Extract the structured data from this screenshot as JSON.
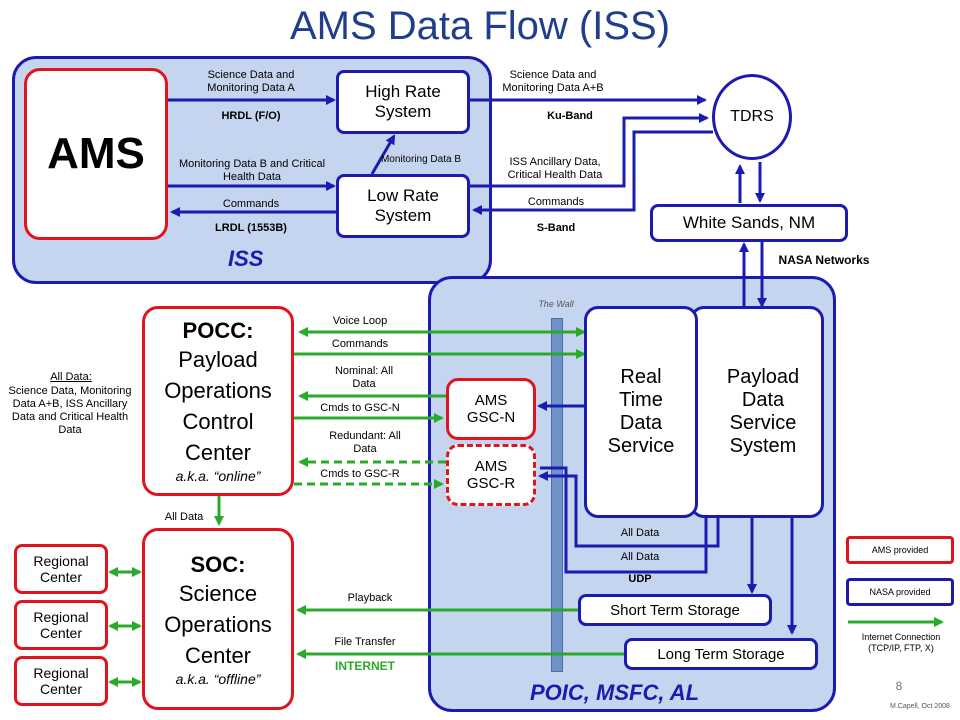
{
  "title": "AMS Data Flow (ISS)",
  "regions": {
    "iss": "ISS",
    "poic": "POIC, MSFC, AL"
  },
  "nodes": {
    "ams": "AMS",
    "high_rate": "High Rate System",
    "low_rate": "Low Rate System",
    "tdrs": "TDRS",
    "white_sands": "White Sands, NM",
    "real_time": "Real Time Data Service",
    "payload_data": "Payload Data Service System",
    "gsc_n": "AMS GSC-N",
    "gsc_r": "AMS GSC-R",
    "short_term": "Short Term Storage",
    "long_term": "Long Term Storage",
    "pocc_title": "POCC:",
    "pocc_body": "Payload Operations Control Center",
    "pocc_aka": "a.k.a. “online”",
    "soc_title": "SOC:",
    "soc_body": "Science Operations Center",
    "soc_aka": "a.k.a. “offline”",
    "regional_1": "Regional Center",
    "regional_2": "Regional Center",
    "regional_3": "Regional Center"
  },
  "labels": {
    "sci_mon_a": "Science Data and Monitoring Data A",
    "hrdl": "HRDL (F/O)",
    "mon_b_crit": "Monitoring Data B and Critical Health Data",
    "commands_iss": "Commands",
    "lrdl": "LRDL (1553B)",
    "mon_b": "Monitoring Data B",
    "sci_mon_ab": "Science Data and Monitoring Data A+B",
    "ku_band": "Ku-Band",
    "iss_anc": "ISS Ancillary Data, Critical Health Data",
    "commands_s": "Commands",
    "s_band": "S-Band",
    "nasa_networks": "NASA Networks",
    "the_wall": "The Wall",
    "voice_loop": "Voice Loop",
    "commands_pocc": "Commands",
    "nominal": "Nominal: All Data",
    "cmds_n": "Cmds to GSC-N",
    "redundant": "Redundant: All Data",
    "cmds_r": "Cmds to GSC-R",
    "all_data_note_title": "All Data:",
    "all_data_note_body": "Science Data, Monitoring Data A+B, ISS Ancillary Data and Critical Health Data",
    "all_data_pocc_soc": "All Data",
    "all_data_1": "All Data",
    "all_data_2": "All Data",
    "udp": "UDP",
    "playback": "Playback",
    "file_transfer": "File Transfer",
    "internet": "INTERNET"
  },
  "legend": {
    "ams_provided": "AMS provided",
    "nasa_provided": "NASA provided",
    "internet": "Internet Connection (TCP/IP, FTP, X)"
  },
  "footer": {
    "page": "8",
    "credit": "M.Capell, Oct 2008"
  },
  "colors": {
    "nasa": "#1b1bb0",
    "ams": "#e0141e",
    "internet": "#2aaa2a",
    "region_fill": "#c5d5ef",
    "title": "#1f3e8c"
  }
}
